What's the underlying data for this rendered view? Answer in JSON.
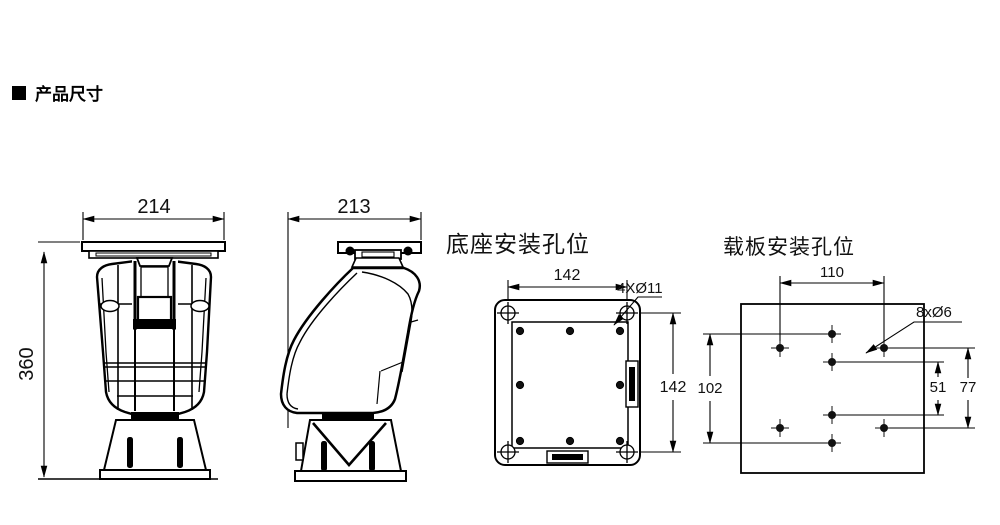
{
  "title": {
    "text": "产品尺寸"
  },
  "colors": {
    "line": "#000000",
    "background": "#ffffff"
  },
  "front_view": {
    "width": "214",
    "height": "360"
  },
  "side_view": {
    "depth": "213"
  },
  "base_plate": {
    "label": "底座安装孔位",
    "hole_spacing_x": "142",
    "hole_spacing_y": "142",
    "holes": "4XØ11"
  },
  "carrier_plate": {
    "label": "载板安装孔位",
    "top_spacing": "110",
    "outer_vertical": "102",
    "inner_vertical": "51",
    "side_vertical": "77",
    "holes": "8xØ6"
  }
}
